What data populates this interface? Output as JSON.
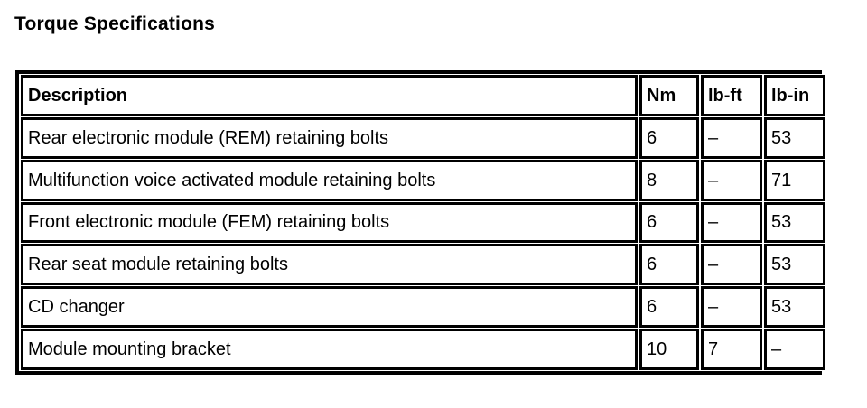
{
  "title": "Torque Specifications",
  "table": {
    "columns": [
      "Description",
      "Nm",
      "lb-ft",
      "lb-in"
    ],
    "rows": [
      {
        "description": "Rear electronic module (REM) retaining bolts",
        "nm": "6",
        "lb_ft": "–",
        "lb_in": "53"
      },
      {
        "description": "Multifunction voice activated module retaining bolts",
        "nm": "8",
        "lb_ft": "–",
        "lb_in": "71"
      },
      {
        "description": "Front electronic module (FEM) retaining bolts",
        "nm": "6",
        "lb_ft": "–",
        "lb_in": "53"
      },
      {
        "description": "Rear seat module retaining bolts",
        "nm": "6",
        "lb_ft": "–",
        "lb_in": "53"
      },
      {
        "description": "CD changer",
        "nm": "6",
        "lb_ft": "–",
        "lb_in": "53"
      },
      {
        "description": "Module mounting bracket",
        "nm": "10",
        "lb_ft": "7",
        "lb_in": "–"
      }
    ]
  },
  "colors": {
    "text": "#000000",
    "background": "#ffffff",
    "border": "#000000"
  }
}
